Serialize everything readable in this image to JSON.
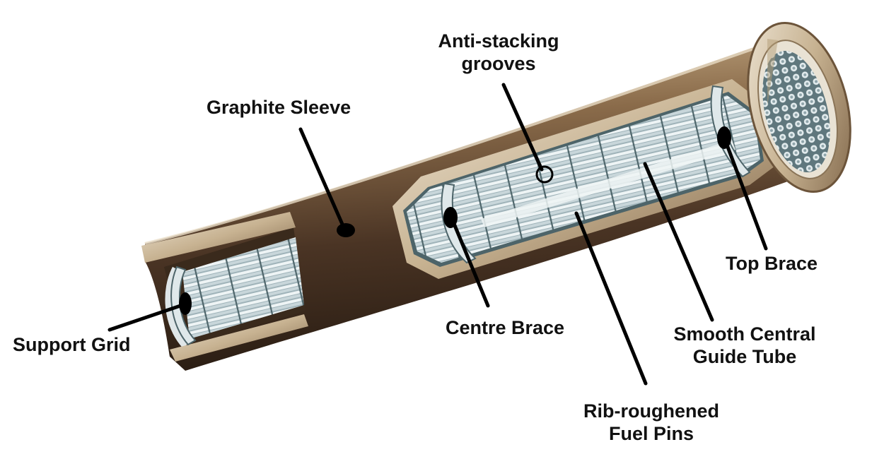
{
  "labels": {
    "anti_stacking": [
      "Anti-stacking",
      "grooves"
    ],
    "graphite_sleeve": "Graphite Sleeve",
    "top_brace": "Top Brace",
    "centre_brace": "Centre Brace",
    "support_grid": "Support Grid",
    "guide_tube": [
      "Smooth Central",
      "Guide Tube"
    ],
    "fuel_pins": [
      "Rib-roughened",
      "Fuel Pins"
    ]
  },
  "colors": {
    "sleeve_dark": "#3a2a1c",
    "sleeve_mid": "#7a5c3e",
    "sleeve_light": "#c9b08a",
    "pin_light": "#e6eef0",
    "pin_mid": "#a9bcc2",
    "pin_dark": "#4f6a70",
    "leader": "#000000"
  }
}
